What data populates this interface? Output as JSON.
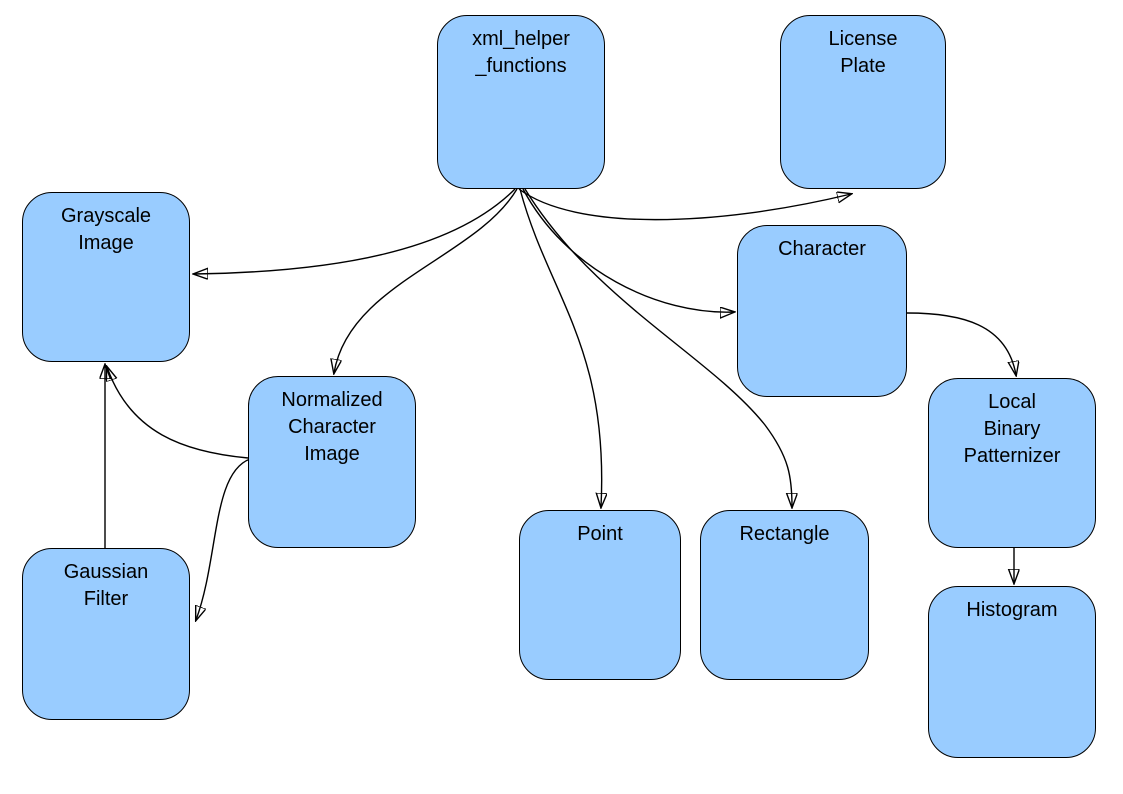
{
  "diagram": {
    "kind": "dependency-diagram",
    "background_color": "#ffffff",
    "node_fill_color": "#99ccff",
    "node_border_color": "#000000",
    "edge_color": "#000000",
    "text_color": "#000000"
  },
  "nodes": {
    "xml_helper_functions": {
      "label": "xml_helper\n_functions"
    },
    "license_plate": {
      "label": "License\nPlate"
    },
    "grayscale_image": {
      "label": "Grayscale\nImage"
    },
    "character": {
      "label": "Character"
    },
    "normalized_character_image": {
      "label": "Normalized\nCharacter\nImage"
    },
    "local_binary_patternizer": {
      "label": "Local\nBinary\nPatternizer"
    },
    "point": {
      "label": "Point"
    },
    "rectangle": {
      "label": "Rectangle"
    },
    "gaussian_filter": {
      "label": "Gaussian\nFilter"
    },
    "histogram": {
      "label": "Histogram"
    }
  },
  "edges": [
    {
      "from": "xml_helper_functions",
      "to": "license_plate"
    },
    {
      "from": "xml_helper_functions",
      "to": "grayscale_image"
    },
    {
      "from": "xml_helper_functions",
      "to": "normalized_character_image"
    },
    {
      "from": "xml_helper_functions",
      "to": "point"
    },
    {
      "from": "xml_helper_functions",
      "to": "character"
    },
    {
      "from": "xml_helper_functions",
      "to": "rectangle"
    },
    {
      "from": "character",
      "to": "local_binary_patternizer"
    },
    {
      "from": "local_binary_patternizer",
      "to": "histogram"
    },
    {
      "from": "gaussian_filter",
      "to": "grayscale_image"
    },
    {
      "from": "normalized_character_image",
      "to": "grayscale_image"
    },
    {
      "from": "normalized_character_image",
      "to": "gaussian_filter"
    }
  ]
}
